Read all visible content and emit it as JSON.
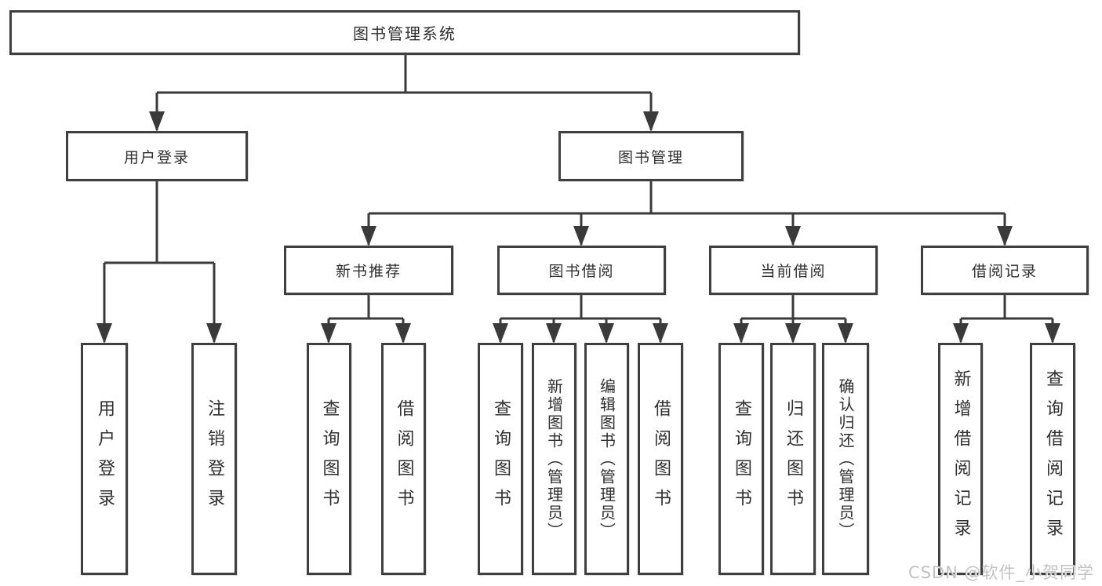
{
  "colors": {
    "line": "#3a3a3a",
    "text": "#2f2f2f",
    "box_border": "#3f3f3f",
    "watermark": "#c2c2c2",
    "background": "#ffffff"
  },
  "watermark": "CSDN @软件_小贺同学",
  "tree": {
    "root": "图书管理系统",
    "children": [
      {
        "label": "用户登录",
        "children": [
          "用户登录",
          "注销登录"
        ]
      },
      {
        "label": "图书管理",
        "children": [
          {
            "label": "新书推荐",
            "children": [
              "查询图书",
              "借阅图书"
            ]
          },
          {
            "label": "图书借阅",
            "children": [
              "查询图书",
              "新增图书（管理员）",
              "编辑图书（管理员）",
              "借阅图书"
            ]
          },
          {
            "label": "当前借阅",
            "children": [
              "查询图书",
              "归还图书",
              "确认归还（管理员）"
            ]
          },
          {
            "label": "借阅记录",
            "children": [
              "新增借阅记录",
              "查询借阅记录"
            ]
          }
        ]
      }
    ]
  }
}
